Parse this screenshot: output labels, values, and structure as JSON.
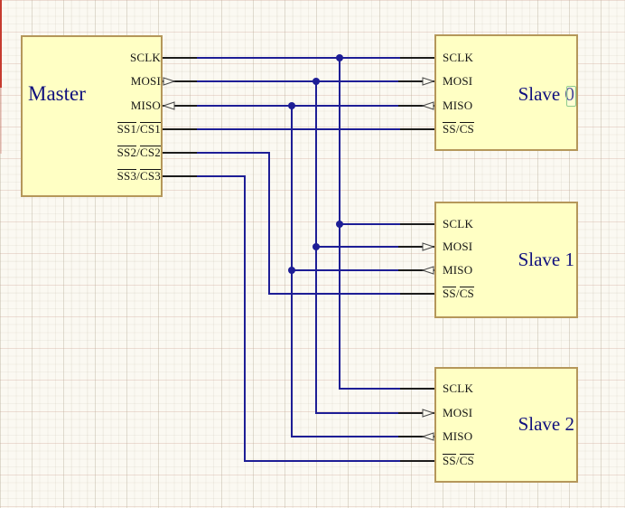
{
  "master": {
    "name": "Master",
    "pins": [
      {
        "label": "SCLK",
        "ov": false
      },
      {
        "label": "MOSI",
        "ov": false
      },
      {
        "label": "MISO",
        "ov": false
      },
      {
        "label": "SS1/CS1",
        "ov": true
      },
      {
        "label": "SS2/CS2",
        "ov": true
      },
      {
        "label": "SS3/CS3",
        "ov": true
      }
    ]
  },
  "slaves": [
    {
      "name": "Slave 0"
    },
    {
      "name": "Slave 1"
    },
    {
      "name": "Slave 2"
    }
  ],
  "slave_pins": [
    {
      "label": "SCLK",
      "ov": false
    },
    {
      "label": "MOSI",
      "ov": false
    },
    {
      "label": "MISO",
      "ov": false
    },
    {
      "label": "SS/CS",
      "ov": true
    }
  ],
  "nets": [
    {
      "name": "SCLK",
      "from": "Master.SCLK",
      "to": [
        "Slave 0.SCLK",
        "Slave 1.SCLK",
        "Slave 2.SCLK"
      ]
    },
    {
      "name": "MOSI",
      "from": "Master.MOSI",
      "to": [
        "Slave 0.MOSI",
        "Slave 1.MOSI",
        "Slave 2.MOSI"
      ]
    },
    {
      "name": "MISO",
      "from": "Master.MISO",
      "to": [
        "Slave 0.MISO",
        "Slave 1.MISO",
        "Slave 2.MISO"
      ]
    },
    {
      "name": "SS1/CS1",
      "from": "Master.SS1/CS1",
      "to": [
        "Slave 0.SS/CS"
      ]
    },
    {
      "name": "SS2/CS2",
      "from": "Master.SS2/CS2",
      "to": [
        "Slave 1.SS/CS"
      ]
    },
    {
      "name": "SS3/CS3",
      "from": "Master.SS3/CS3",
      "to": [
        "Slave 2.SS/CS"
      ]
    }
  ],
  "colors": {
    "wire": "#1e1e96",
    "pin_lead": "#1c1c1c",
    "block_fill": "#ffffc4",
    "block_border": "#b5975a",
    "block_name": "#10107e",
    "pin_text": "#141414",
    "background": "#fbf9f2",
    "artifact_red": "#c63b2f",
    "annotation_green": "#8fca8f"
  }
}
